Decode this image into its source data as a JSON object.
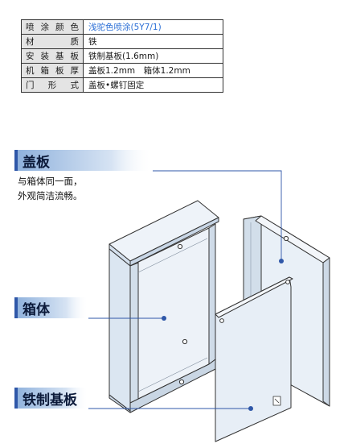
{
  "spec_rows": [
    {
      "key": "喷涂颜色",
      "value": "浅驼色喷涂(5Y7/1)",
      "highlight": true
    },
    {
      "key": "材质",
      "value": "铁",
      "highlight": false
    },
    {
      "key": "安装基板",
      "value": "铁制基板(1.6mm)",
      "highlight": false
    },
    {
      "key": "机箱板厚",
      "value": "盖板1.2mm　箱体1.2mm",
      "highlight": false
    },
    {
      "key": "门形式",
      "value": "盖板•螺钉固定",
      "highlight": false
    }
  ],
  "sections": {
    "cover": {
      "title": "盖板",
      "desc_line1": "与箱体同一面，",
      "desc_line2": "外观简洁流畅。"
    },
    "body": {
      "title": "箱体"
    },
    "base": {
      "title": "铁制基板"
    }
  },
  "colors": {
    "accent": "#2f57a8",
    "tag_gradient_start": "#8db0dc",
    "panel_fill": "#e6eef6",
    "highlight_text": "#2b6fd6"
  }
}
